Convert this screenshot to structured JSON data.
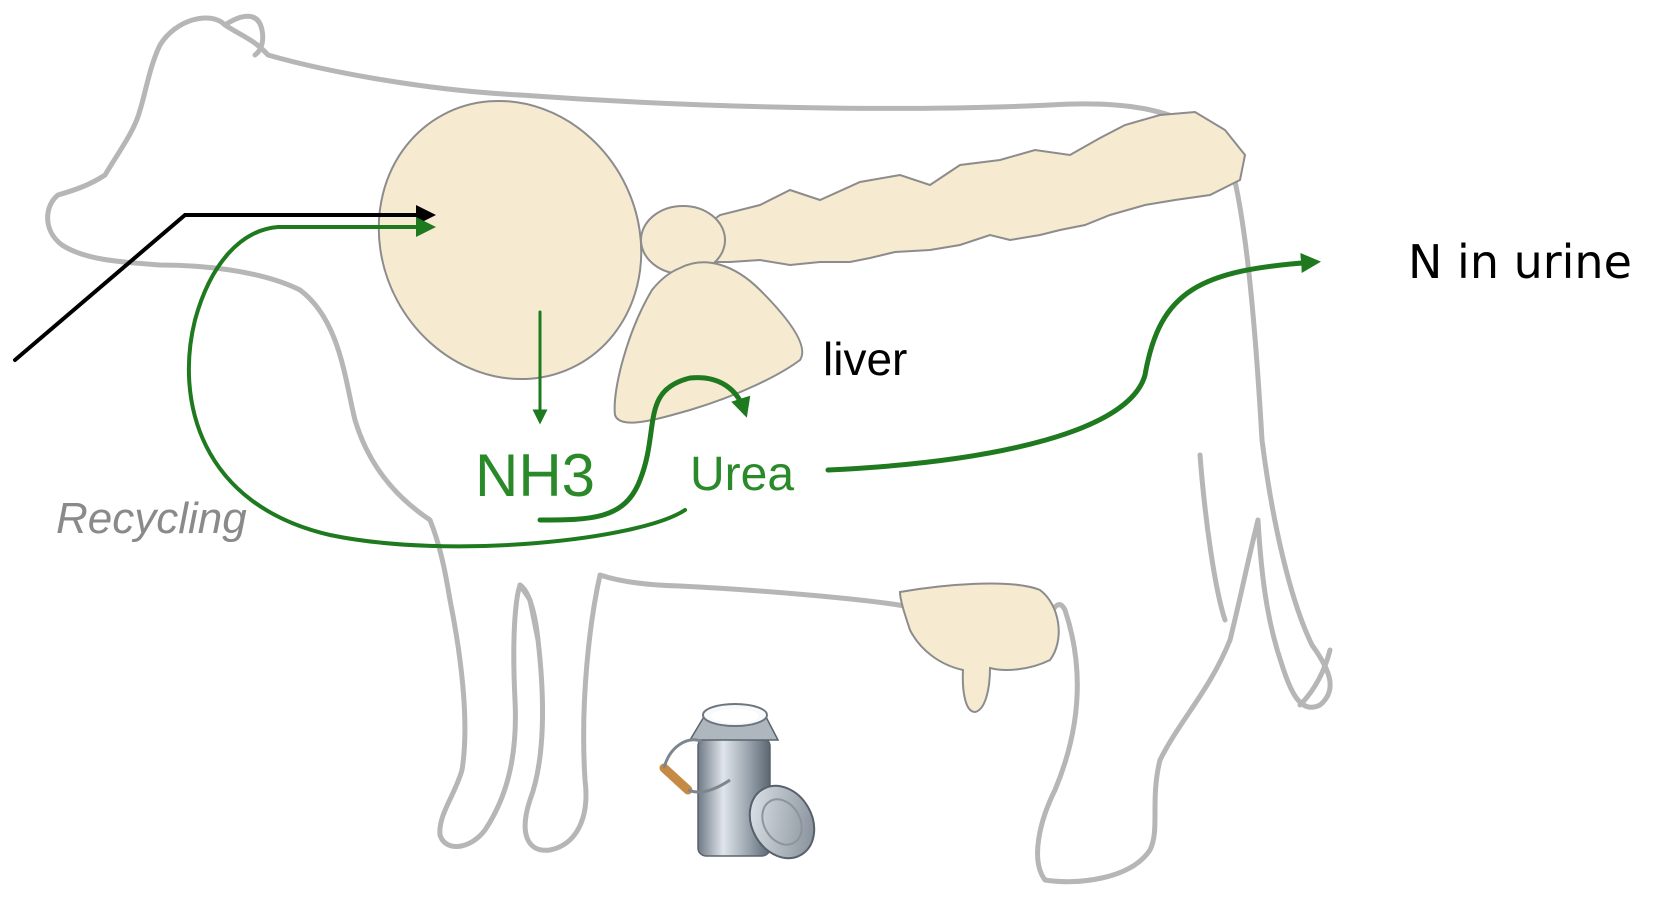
{
  "labels": {
    "liver": "liver",
    "n_in_urine": "N in urine",
    "nh3": "NH3",
    "urea": "Urea",
    "recycling": "Recycling"
  },
  "colors": {
    "flow_green": "#1f7a1f",
    "label_green": "#2a8a2a",
    "feed_arrow": "#000000",
    "organ_fill": "#f6ead0",
    "cow_outline": "#b6b6b6",
    "recycling_text": "#8a8a8a"
  },
  "icons": {
    "milk_can": "milk-can-icon"
  }
}
